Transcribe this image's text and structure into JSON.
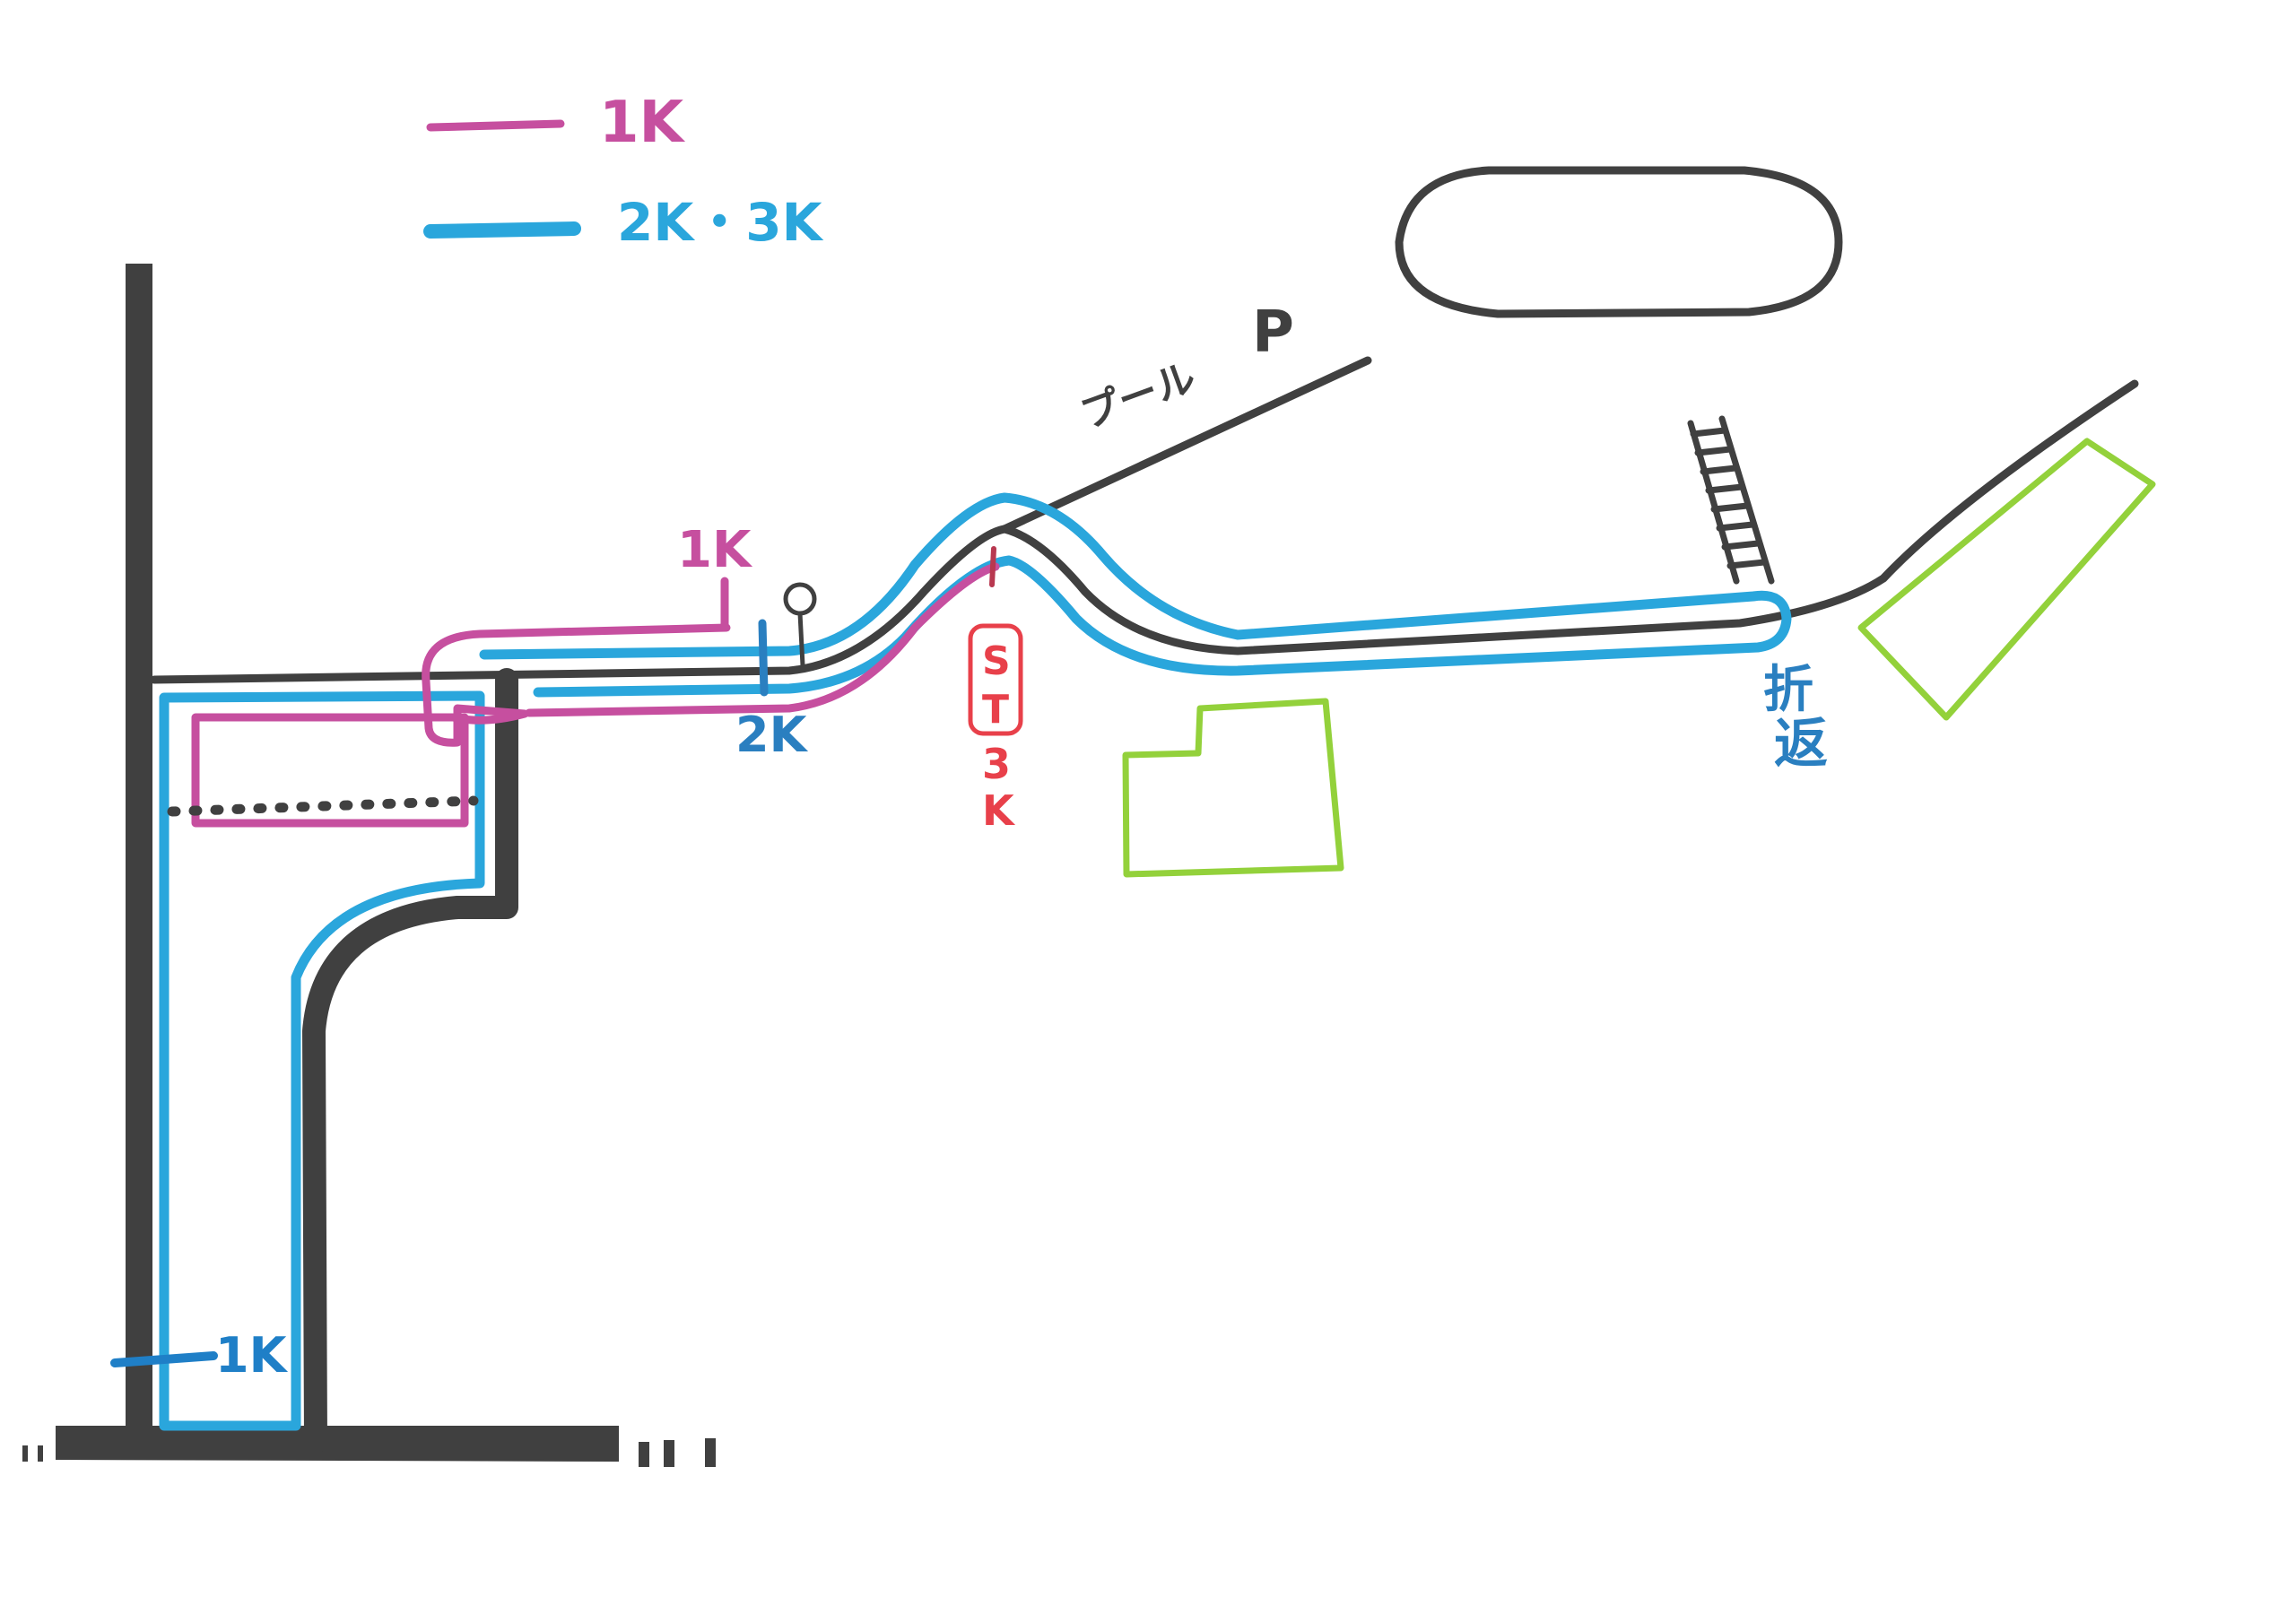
{
  "legend": {
    "items": [
      {
        "label": "1K",
        "color": "#c64f9f"
      },
      {
        "label": "2K・3K",
        "color": "#2aa6dc"
      }
    ]
  },
  "labels": {
    "pool": "プール",
    "parking": "P",
    "mark_1k_top": "1K",
    "mark_2k": "2K",
    "start_s": "S",
    "start_t": "T",
    "start_3": "3",
    "start_k": "K",
    "turnaround_1": "折",
    "turnaround_2": "返",
    "mark_1k_bottom": "1K"
  },
  "colors": {
    "road": "#404040",
    "route_1k": "#c64f9f",
    "route_2k3k": "#2aa6dc",
    "start": "#e8404a",
    "area": "#93d13b"
  }
}
